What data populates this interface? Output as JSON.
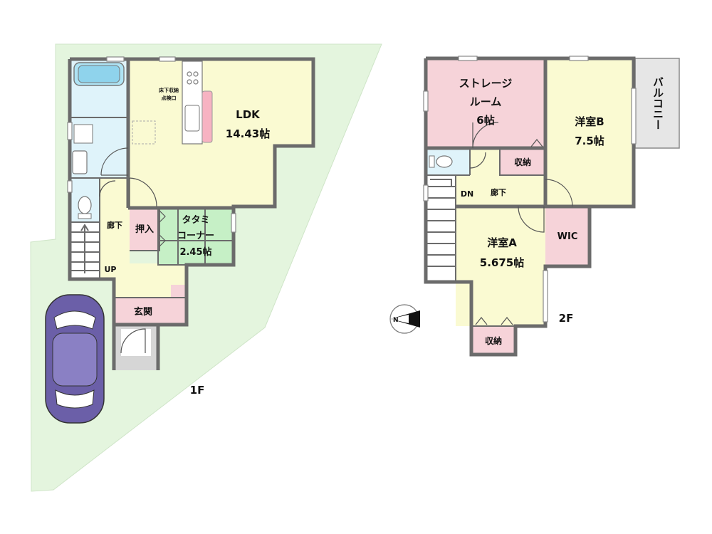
{
  "floor1": {
    "floor_label": "1F",
    "ldk_name": "LDK",
    "ldk_area": "14.43帖",
    "underfloor_line1": "床下収納",
    "underfloor_line2": "点検口",
    "tatami_line1": "タタミ",
    "tatami_line2": "コーナー",
    "tatami_area": "2.45帖",
    "oshiire": "押入",
    "hallway": "廊下",
    "stairs_up": "UP",
    "entrance": "玄関"
  },
  "floor2": {
    "floor_label": "2F",
    "storage_line1": "ストレージ",
    "storage_line2": "ルーム",
    "storage_area": "6帖",
    "closet_upper": "収納",
    "room_b_name": "洋室B",
    "room_b_area": "7.5帖",
    "balcony": "バルコニー",
    "stairs_down": "DN",
    "hallway": "廊下",
    "room_a_name": "洋室A",
    "room_a_area": "5.675帖",
    "wic": "WIC",
    "closet_lower": "収納"
  },
  "compass": {
    "north_letter": "N"
  },
  "colors": {
    "lot_green": "#e4f5de",
    "ldk_yellow": "#fafad2",
    "wet_blue": "#dff3fa",
    "tatami_green": "#c6f0c6",
    "storage_pink": "#f6d3d9",
    "balcony_gray": "#e6e6e6",
    "wall_gray": "#6b6b6b",
    "car_purple": "#6b5fa8"
  }
}
